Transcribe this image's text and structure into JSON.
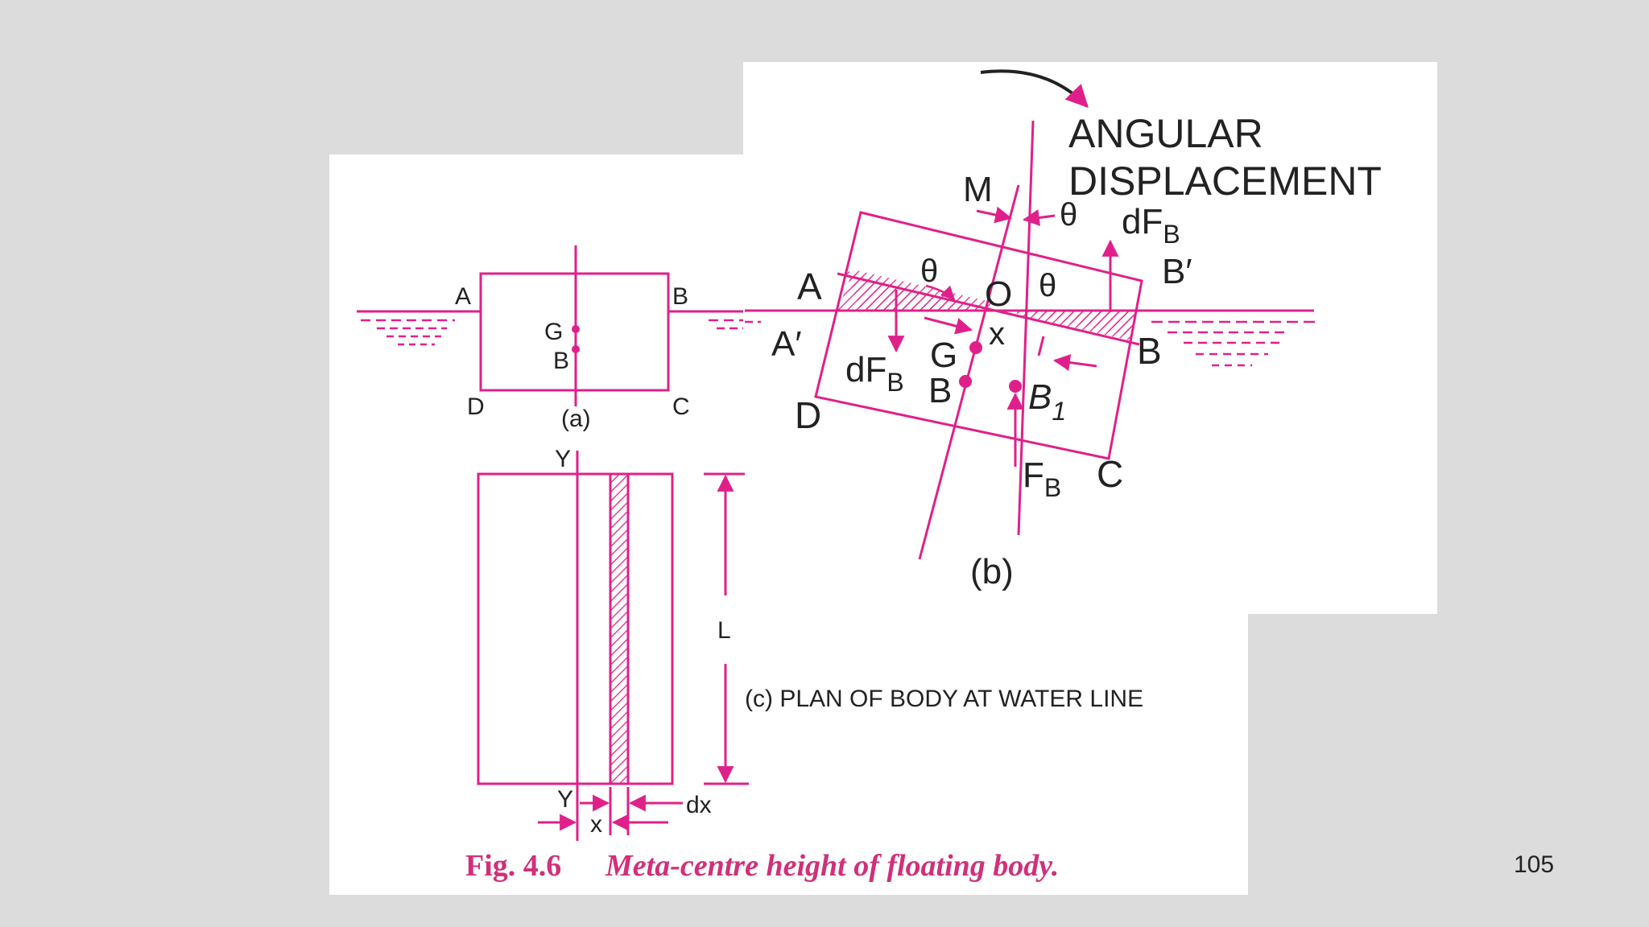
{
  "colors": {
    "ink": "#e0208a",
    "text": "#222222",
    "caption": "#d0307a",
    "background": "#dcdcdc",
    "panel": "#ffffff"
  },
  "fig_a": {
    "corner_a": "A",
    "corner_b": "B",
    "corner_c": "C",
    "corner_d": "D",
    "point_g": "G",
    "point_b": "B",
    "caption": "(a)"
  },
  "fig_b": {
    "annotation_line1": "ANGULAR",
    "annotation_line2": "DISPLACEMENT",
    "meta_centre": "M",
    "theta": "θ",
    "df": "dF",
    "sub_b": "B",
    "b_prime": "B′",
    "a_prime": "A′",
    "corner_a": "A",
    "corner_b": "B",
    "corner_c": "C",
    "corner_d": "D",
    "point_o": "O",
    "point_x": "x",
    "point_g": "G",
    "point_b": "B",
    "point_b1": "B",
    "sub_1": "1",
    "force": "F",
    "caption": "(b)"
  },
  "fig_c": {
    "axis_y_top": "Y",
    "axis_y_bottom": "Y",
    "length": "L",
    "strip_width": "dx",
    "distance": "x",
    "caption": "(c) PLAN OF BODY AT WATER LINE"
  },
  "figure_caption": {
    "number": "Fig. 4.6",
    "text": "Meta-centre height of floating body."
  },
  "page_number": "105"
}
